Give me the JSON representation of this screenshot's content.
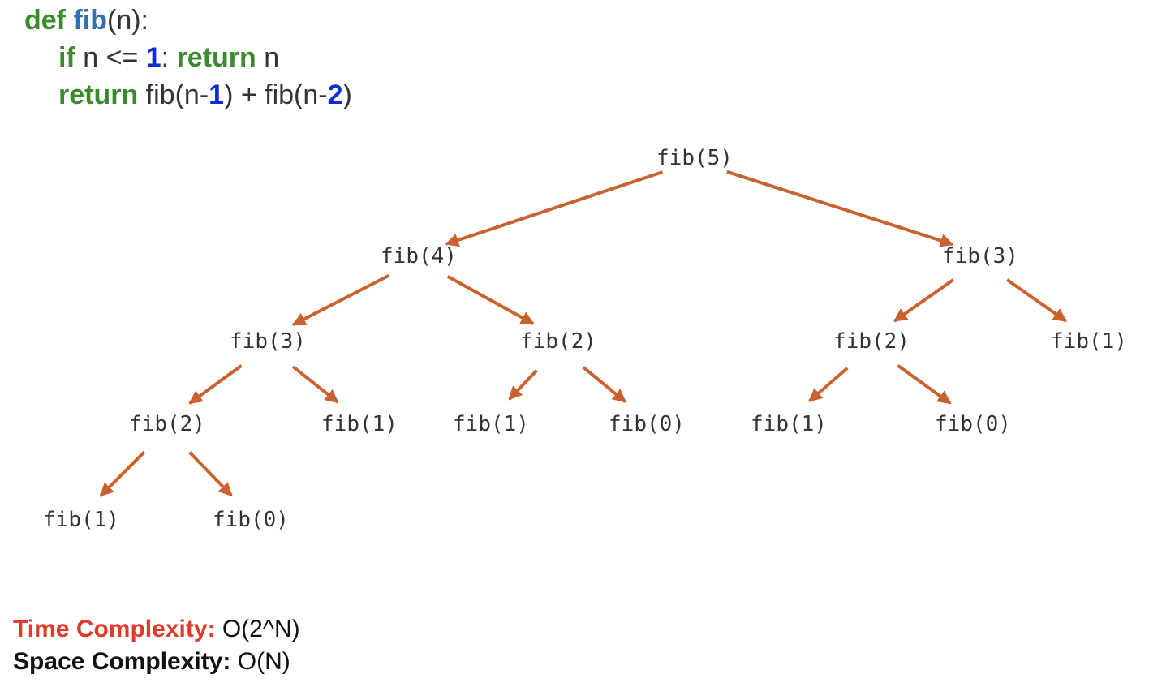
{
  "code": {
    "line1": {
      "kw": "def",
      "fn": "fib",
      "rest": "(n):"
    },
    "line2": {
      "kw1": "if",
      "mid": " n <= ",
      "num": "1",
      "colon": ": ",
      "kw2": "return",
      "rest": " n"
    },
    "line3": {
      "kw": "return",
      "a": " fib(n-",
      "num1": "1",
      "b": ") + fib(n-",
      "num2": "2",
      "c": ")"
    }
  },
  "tree": {
    "nodes": [
      {
        "id": "n5",
        "label": "fib(5)"
      },
      {
        "id": "n4",
        "label": "fib(4)"
      },
      {
        "id": "n3a",
        "label": "fib(3)"
      },
      {
        "id": "n3b",
        "label": "fib(3)"
      },
      {
        "id": "n2a",
        "label": "fib(2)"
      },
      {
        "id": "n2b",
        "label": "fib(2)"
      },
      {
        "id": "n2c",
        "label": "fib(2)"
      },
      {
        "id": "n1a",
        "label": "fib(1)"
      },
      {
        "id": "n1b",
        "label": "fib(1)"
      },
      {
        "id": "n1c",
        "label": "fib(1)"
      },
      {
        "id": "n1d",
        "label": "fib(1)"
      },
      {
        "id": "n1e",
        "label": "fib(1)"
      },
      {
        "id": "n0a",
        "label": "fib(0)"
      },
      {
        "id": "n0b",
        "label": "fib(0)"
      },
      {
        "id": "n0c",
        "label": "fib(0)"
      }
    ],
    "edges": [
      [
        "n5",
        "n4"
      ],
      [
        "n5",
        "n3b"
      ],
      [
        "n4",
        "n3a"
      ],
      [
        "n4",
        "n2b"
      ],
      [
        "n3b",
        "n2c"
      ],
      [
        "n3b",
        "n1e"
      ],
      [
        "n3a",
        "n2a"
      ],
      [
        "n3a",
        "n1b"
      ],
      [
        "n2b",
        "n1c"
      ],
      [
        "n2b",
        "n0b"
      ],
      [
        "n2c",
        "n1d"
      ],
      [
        "n2c",
        "n0c"
      ],
      [
        "n2a",
        "n1a"
      ],
      [
        "n2a",
        "n0a"
      ]
    ],
    "arrow_color": "#c8622e"
  },
  "complexity": {
    "time_label": "Time Complexity:",
    "time_value": " O(2^N)",
    "space_label": "Space Complexity:",
    "space_value": " O(N)"
  }
}
